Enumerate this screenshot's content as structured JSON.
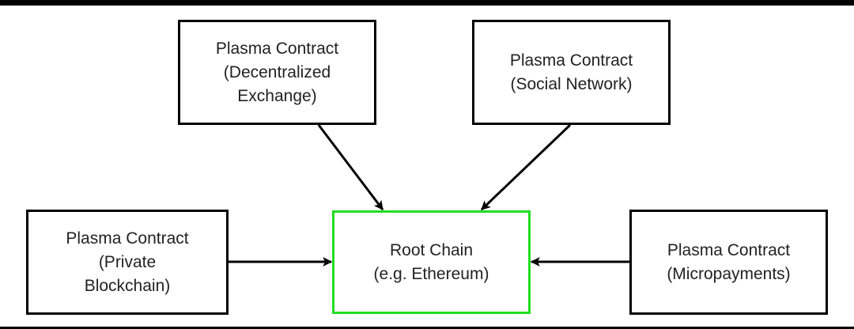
{
  "diagram": {
    "nodes": [
      {
        "id": "dex",
        "lines": [
          "Plasma Contract",
          "(Decentralized",
          "Exchange)"
        ],
        "border_color": "#000000"
      },
      {
        "id": "social",
        "lines": [
          "Plasma Contract",
          "(Social Network)"
        ],
        "border_color": "#000000"
      },
      {
        "id": "private",
        "lines": [
          "Plasma Contract",
          "(Private",
          "Blockchain)"
        ],
        "border_color": "#000000"
      },
      {
        "id": "root",
        "lines": [
          "Root Chain",
          "(e.g. Ethereum)"
        ],
        "border_color": "#22dd22"
      },
      {
        "id": "micro",
        "lines": [
          "Plasma Contract",
          "(Micropayments)"
        ],
        "border_color": "#000000"
      }
    ],
    "edges": [
      {
        "from": "dex",
        "to": "root"
      },
      {
        "from": "social",
        "to": "root"
      },
      {
        "from": "private",
        "to": "root"
      },
      {
        "from": "micro",
        "to": "root"
      }
    ]
  }
}
